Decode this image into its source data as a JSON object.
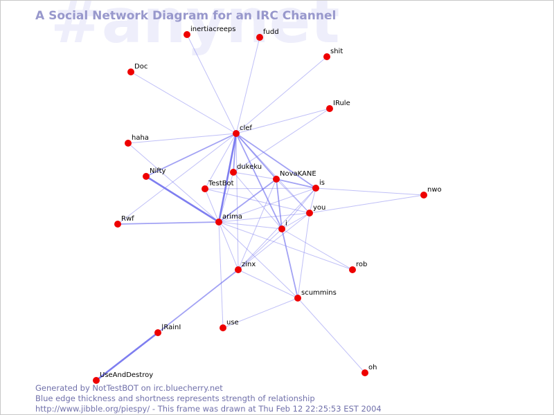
{
  "watermark": "#anynet",
  "title": "A Social Network Diagram for an IRC Channel",
  "footer": {
    "line1": "Generated by NotTestBOT on irc.bluecherry.net",
    "line2": "Blue edge thickness and shortness represents strength of relationship",
    "line3": "http://www.jibble.org/piespy/ - This frame was drawn at Thu Feb 12 22:25:53 EST 2004"
  },
  "colors": {
    "node": "#ee0000",
    "edge": "#7070ee",
    "title": "#9898cc",
    "watermark": "#eeeefb",
    "footer": "#7070aa"
  },
  "nodes": [
    {
      "id": "inertiacreeps",
      "label": "inertiacreeps"
    },
    {
      "id": "fudd",
      "label": "fudd"
    },
    {
      "id": "shit",
      "label": "shit"
    },
    {
      "id": "Doc",
      "label": "Doc"
    },
    {
      "id": "IRule",
      "label": "IRule"
    },
    {
      "id": "clef",
      "label": "clef"
    },
    {
      "id": "haha",
      "label": "haha"
    },
    {
      "id": "dukeku",
      "label": "dukeku"
    },
    {
      "id": "NovaKANE",
      "label": "NovaKANE"
    },
    {
      "id": "Nifty",
      "label": "Nifty"
    },
    {
      "id": "TestBot",
      "label": "TestBot"
    },
    {
      "id": "is",
      "label": "is"
    },
    {
      "id": "nwo",
      "label": "nwo"
    },
    {
      "id": "you",
      "label": "you"
    },
    {
      "id": "Rwf",
      "label": "Rwf"
    },
    {
      "id": "arima",
      "label": "arima"
    },
    {
      "id": "i",
      "label": "i"
    },
    {
      "id": "zinx",
      "label": "zinx"
    },
    {
      "id": "rob",
      "label": "rob"
    },
    {
      "id": "scummins",
      "label": "scummins"
    },
    {
      "id": "use",
      "label": "use"
    },
    {
      "id": "IRainI",
      "label": "|RainI"
    },
    {
      "id": "UseAndDestroy",
      "label": "UseAndDestroy"
    },
    {
      "id": "oh",
      "label": "oh"
    }
  ],
  "edges": [
    {
      "source": "clef",
      "target": "inertiacreeps",
      "strength": 1
    },
    {
      "source": "clef",
      "target": "fudd",
      "strength": 1
    },
    {
      "source": "clef",
      "target": "shit",
      "strength": 1
    },
    {
      "source": "clef",
      "target": "Doc",
      "strength": 1
    },
    {
      "source": "clef",
      "target": "IRule",
      "strength": 1
    },
    {
      "source": "clef",
      "target": "haha",
      "strength": 1
    },
    {
      "source": "clef",
      "target": "Nifty",
      "strength": 2
    },
    {
      "source": "clef",
      "target": "dukeku",
      "strength": 2
    },
    {
      "source": "clef",
      "target": "NovaKANE",
      "strength": 2
    },
    {
      "source": "clef",
      "target": "is",
      "strength": 2
    },
    {
      "source": "clef",
      "target": "arima",
      "strength": 3
    },
    {
      "source": "clef",
      "target": "i",
      "strength": 2
    },
    {
      "source": "clef",
      "target": "you",
      "strength": 1
    },
    {
      "source": "clef",
      "target": "TestBot",
      "strength": 1
    },
    {
      "source": "clef",
      "target": "Rwf",
      "strength": 1
    },
    {
      "source": "clef",
      "target": "zinx",
      "strength": 1
    },
    {
      "source": "IRule",
      "target": "dukeku",
      "strength": 1
    },
    {
      "source": "Nifty",
      "target": "arima",
      "strength": 3
    },
    {
      "source": "Rwf",
      "target": "arima",
      "strength": 2
    },
    {
      "source": "TestBot",
      "target": "arima",
      "strength": 1
    },
    {
      "source": "TestBot",
      "target": "is",
      "strength": 1
    },
    {
      "source": "TestBot",
      "target": "you",
      "strength": 1
    },
    {
      "source": "dukeku",
      "target": "arima",
      "strength": 1
    },
    {
      "source": "dukeku",
      "target": "i",
      "strength": 1
    },
    {
      "source": "dukeku",
      "target": "NovaKANE",
      "strength": 1
    },
    {
      "source": "NovaKANE",
      "target": "arima",
      "strength": 2
    },
    {
      "source": "NovaKANE",
      "target": "is",
      "strength": 2
    },
    {
      "source": "NovaKANE",
      "target": "i",
      "strength": 2
    },
    {
      "source": "NovaKANE",
      "target": "you",
      "strength": 1
    },
    {
      "source": "NovaKANE",
      "target": "zinx",
      "strength": 1
    },
    {
      "source": "is",
      "target": "arima",
      "strength": 1
    },
    {
      "source": "is",
      "target": "you",
      "strength": 1
    },
    {
      "source": "is",
      "target": "i",
      "strength": 1
    },
    {
      "source": "is",
      "target": "zinx",
      "strength": 1
    },
    {
      "source": "is",
      "target": "nwo",
      "strength": 1
    },
    {
      "source": "you",
      "target": "arima",
      "strength": 1
    },
    {
      "source": "you",
      "target": "i",
      "strength": 1
    },
    {
      "source": "you",
      "target": "nwo",
      "strength": 1
    },
    {
      "source": "you",
      "target": "zinx",
      "strength": 1
    },
    {
      "source": "you",
      "target": "scummins",
      "strength": 1
    },
    {
      "source": "arima",
      "target": "i",
      "strength": 1
    },
    {
      "source": "arima",
      "target": "zinx",
      "strength": 1
    },
    {
      "source": "arima",
      "target": "rob",
      "strength": 1
    },
    {
      "source": "arima",
      "target": "scummins",
      "strength": 1
    },
    {
      "source": "arima",
      "target": "use",
      "strength": 1
    },
    {
      "source": "arima",
      "target": "haha",
      "strength": 1
    },
    {
      "source": "i",
      "target": "zinx",
      "strength": 1
    },
    {
      "source": "i",
      "target": "rob",
      "strength": 1
    },
    {
      "source": "i",
      "target": "scummins",
      "strength": 2
    },
    {
      "source": "zinx",
      "target": "IRainI",
      "strength": 2
    },
    {
      "source": "zinx",
      "target": "scummins",
      "strength": 1
    },
    {
      "source": "scummins",
      "target": "use",
      "strength": 1
    },
    {
      "source": "scummins",
      "target": "oh",
      "strength": 1
    },
    {
      "source": "IRainI",
      "target": "UseAndDestroy",
      "strength": 3
    }
  ]
}
